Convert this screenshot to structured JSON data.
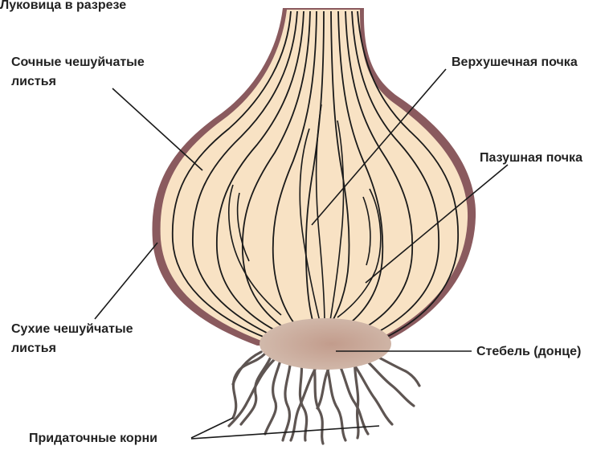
{
  "title": "Луковица в разрезе",
  "labels": {
    "juicy_scales_1": "Сочные чешуйчатые",
    "juicy_scales_2": "листья",
    "apical_bud": "Верхушечная почка",
    "axillary_bud": "Пазушная почка",
    "dry_scales_1": "Сухие чешуйчатые",
    "dry_scales_2": "листья",
    "stem": "Стебель (донце)",
    "roots": "Придаточные корни"
  },
  "colors": {
    "flesh": "#f8e2c4",
    "skin": "#8a5a5e",
    "basal_plate": "#c9ab9a",
    "roots": "#5e5552",
    "lines": "#1a1a1a"
  }
}
